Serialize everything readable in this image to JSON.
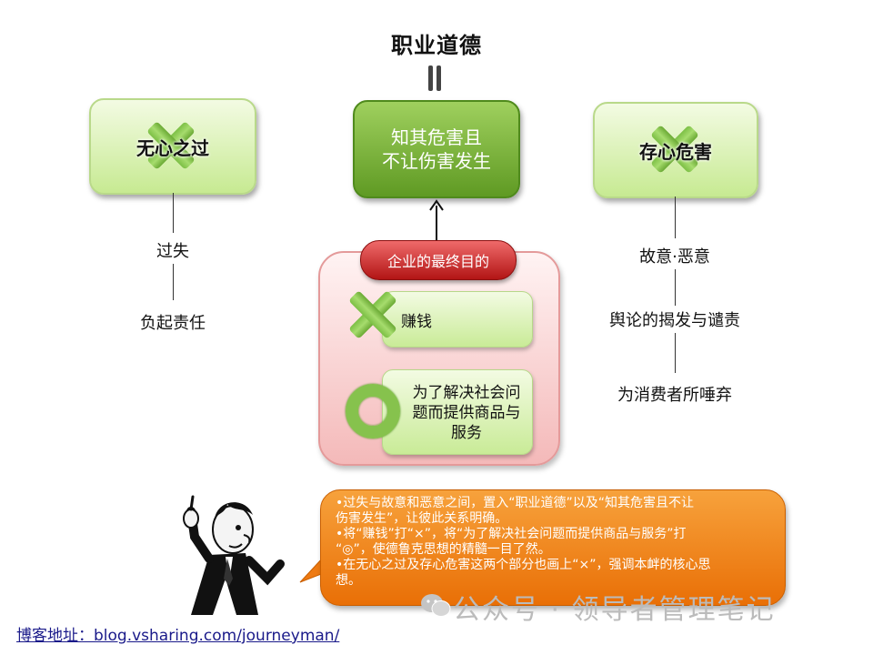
{
  "title": "职业道德",
  "center_box": {
    "line1": "知其危害且",
    "line2": "不让伤害发生"
  },
  "left_box": {
    "label": "无心之过"
  },
  "right_box": {
    "label": "存心危害"
  },
  "left_chain": [
    "过失",
    "负起责任"
  ],
  "right_chain": [
    "故意·恶意",
    "舆论的揭发与谴责",
    "为消费者所唾弃"
  ],
  "panel": {
    "heading": "企业的最终目的",
    "item_wrong": "赚钱",
    "item_right_lines": [
      "为了解决社会问",
      "题而提供商品与",
      "服务"
    ]
  },
  "bubble": {
    "lines": [
      "•过失与故意和恶意之间，置入“职业道德”以及“知其危害且不让",
      "伤害发生”，让彼此关系明确。",
      "•将“赚钱”打“×”，将“为了解决社会问题而提供商品与服务”打",
      "“◎”，使德鲁克思想的精髓一目了然。",
      "•在无心之过及存心危害这两个部分也画上“×”，强调本衅的核心思",
      "想。"
    ]
  },
  "watermark": "公众号 · 领导者管理笔记",
  "blog": "博客地址：blog.vsharing.com/journeyman/",
  "colors": {
    "green_dark": "#5f9a23",
    "green_light": "#c7ea92",
    "red_pill": "#b21515",
    "orange": "#e96f06"
  }
}
